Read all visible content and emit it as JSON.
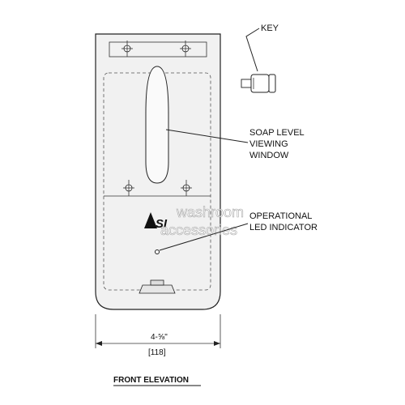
{
  "diagram": {
    "callouts": {
      "key": "KEY",
      "soap_level_line1": "SOAP LEVEL",
      "soap_level_line2": "VIEWING",
      "soap_level_line3": "WINDOW",
      "led_line1": "OPERATIONAL",
      "led_line2": "LED INDICATOR"
    },
    "dimension": {
      "imperial": "4-⅝\"",
      "metric": "[118]"
    },
    "brand_logo": "ASI",
    "watermark_line1": "washroom",
    "watermark_line2": "accessories",
    "view_title": "FRONT ELEVATION"
  },
  "colors": {
    "body_fill": "#f1f1f1",
    "body_fill_light": "#f8f8f8",
    "line": "#222222"
  }
}
